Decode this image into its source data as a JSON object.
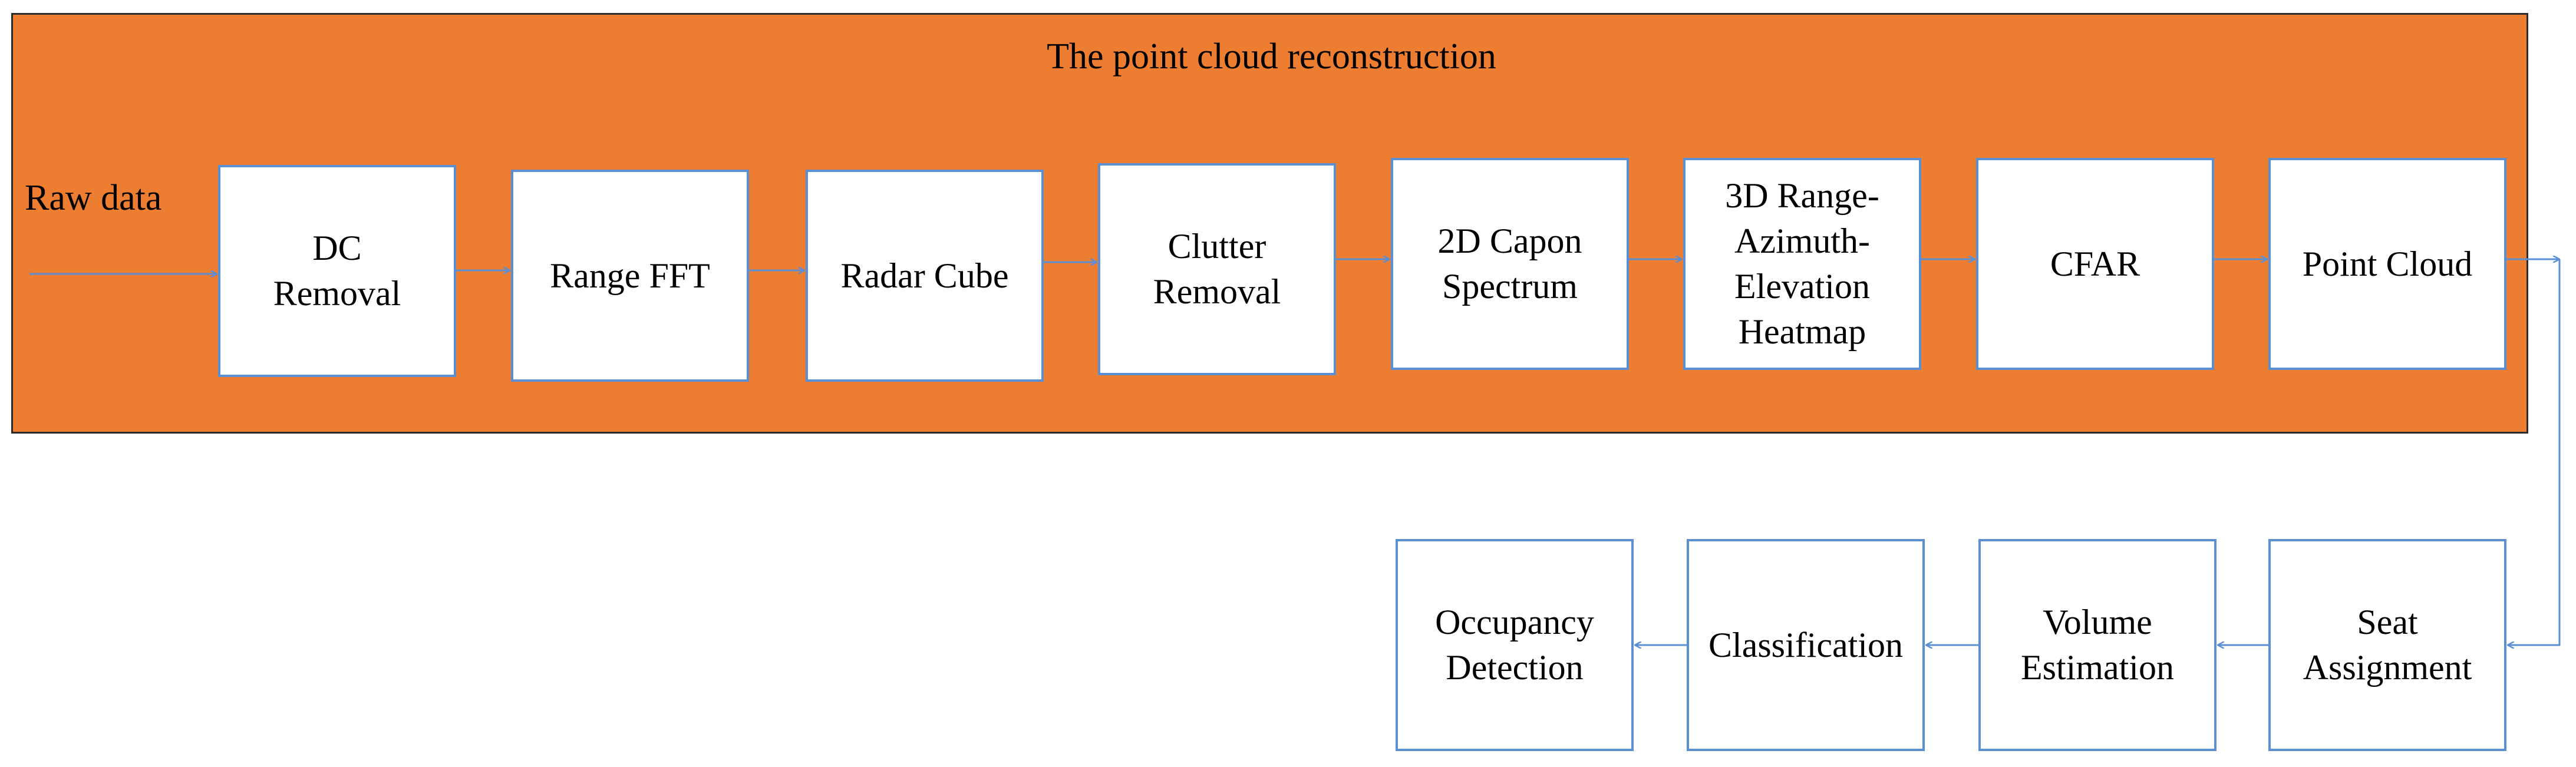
{
  "diagram": {
    "panel_title": "The point cloud reconstruction",
    "input_label": "Raw data",
    "colors": {
      "panel": "#ED7D31",
      "arrow": "#5B8FD4",
      "box_border": "#5B8FD4"
    },
    "stages_top": [
      {
        "id": "dc",
        "label": "DC\nRemoval"
      },
      {
        "id": "range",
        "label": "Range FFT"
      },
      {
        "id": "cube",
        "label": "Radar Cube"
      },
      {
        "id": "clutter",
        "label": "Clutter\nRemoval"
      },
      {
        "id": "capon",
        "label": "2D Capon\nSpectrum"
      },
      {
        "id": "heatmap",
        "label": "3D Range-\nAzimuth-\nElevation\nHeatmap"
      },
      {
        "id": "cfar",
        "label": "CFAR"
      },
      {
        "id": "pc",
        "label": "Point Cloud"
      }
    ],
    "stages_bottom": [
      {
        "id": "seat",
        "label": "Seat\nAssignment"
      },
      {
        "id": "volume",
        "label": "Volume\nEstimation"
      },
      {
        "id": "class",
        "label": "Classification"
      },
      {
        "id": "occ",
        "label": "Occupancy\nDetection"
      }
    ]
  }
}
